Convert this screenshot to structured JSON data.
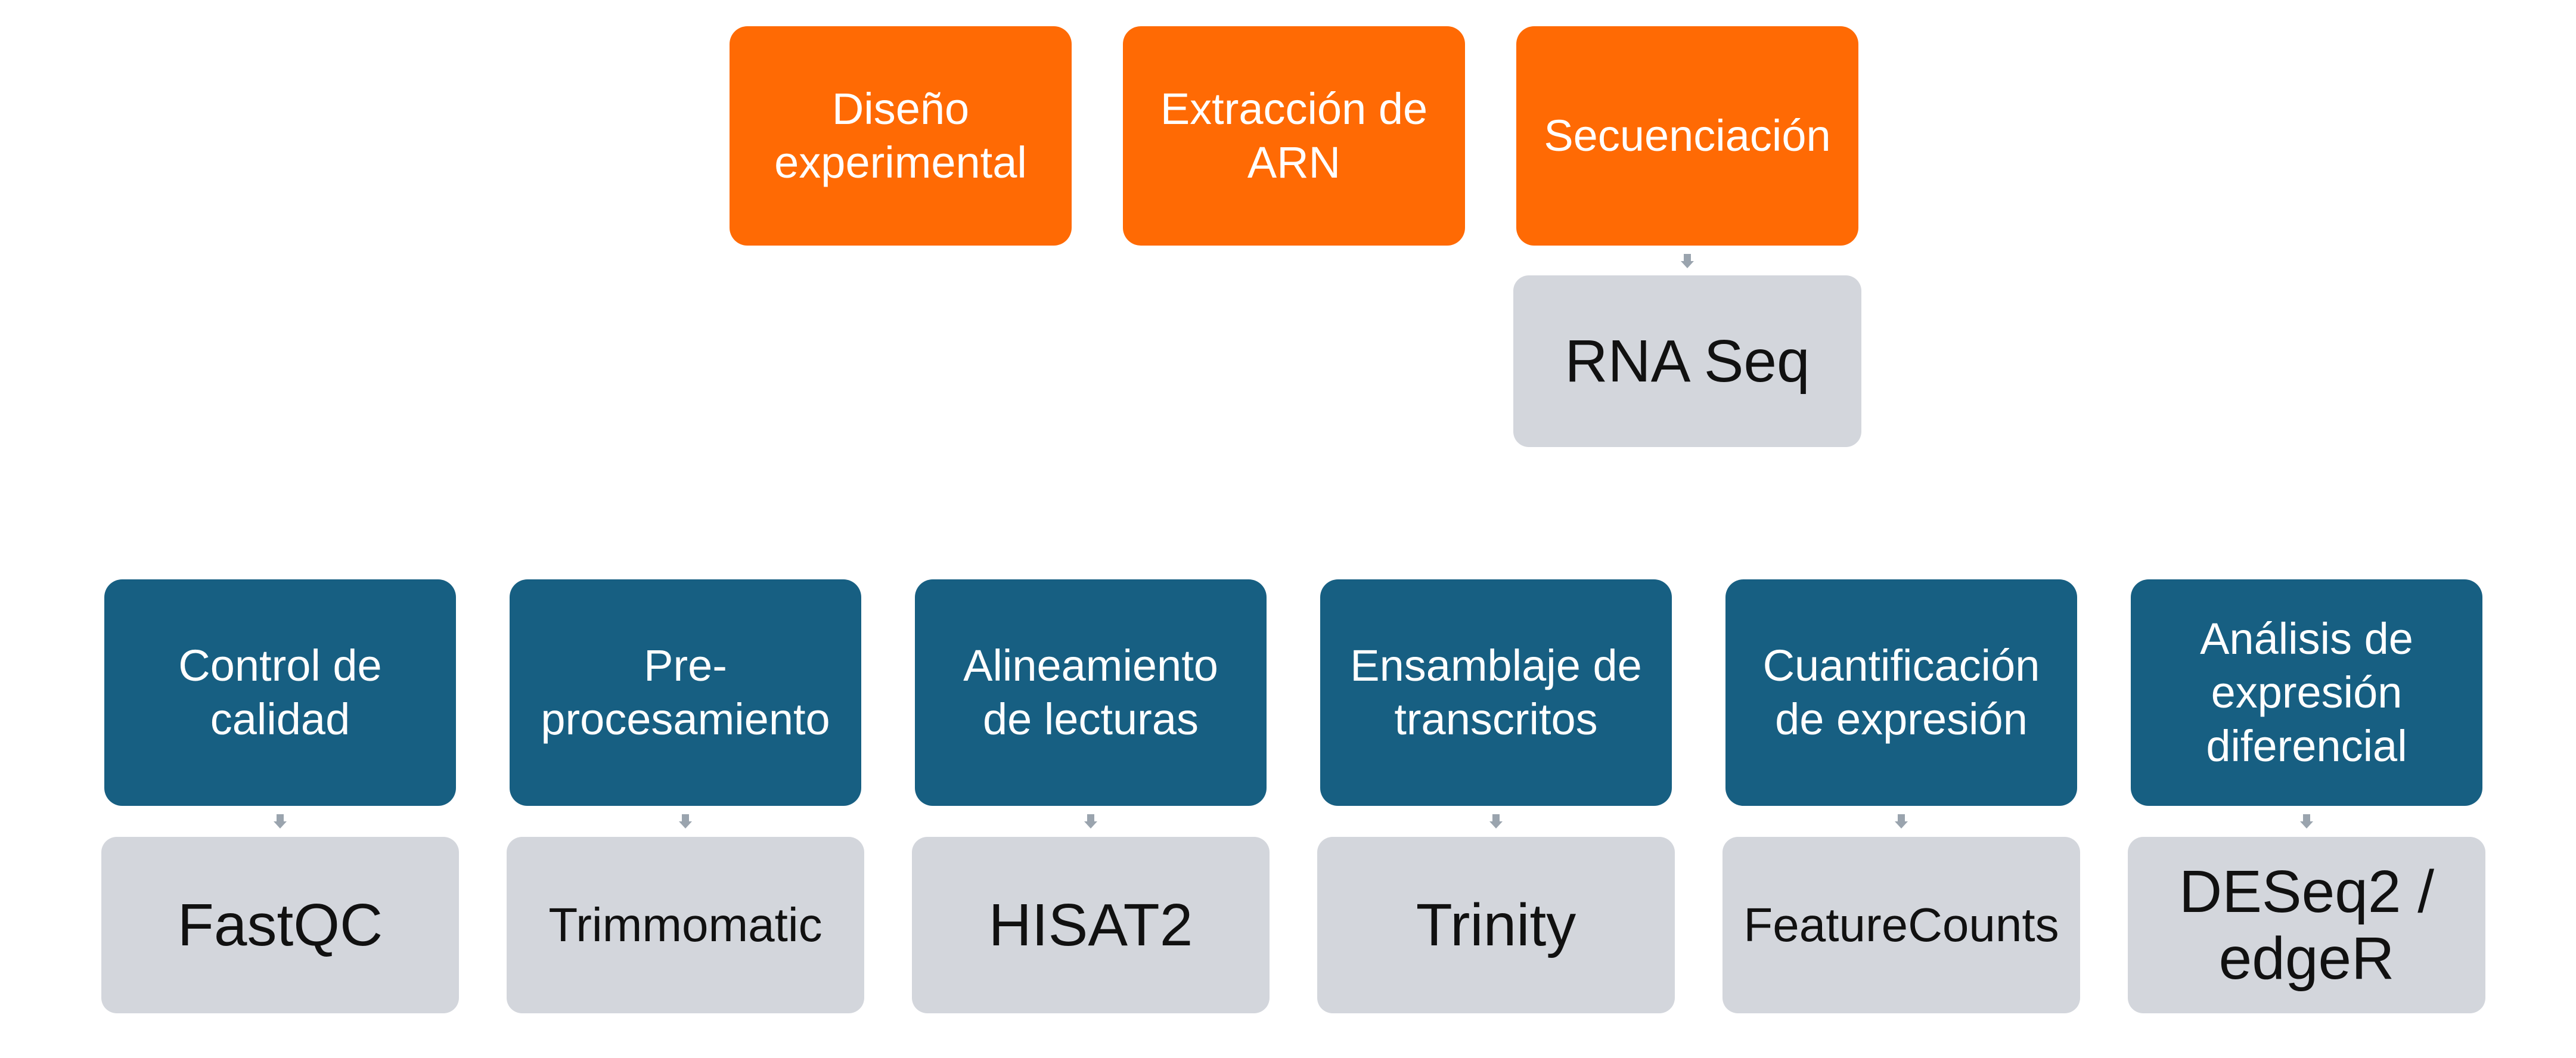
{
  "colors": {
    "orange": "#FF6A04",
    "teal": "#175F82",
    "gray": "#D3D6DC",
    "connector": "#9AA4AE"
  },
  "top_steps": [
    {
      "label": "Diseño\nexperimental"
    },
    {
      "label": "Extracción de\nARN"
    },
    {
      "label": "Secuenciación"
    }
  ],
  "sequencing_tool": {
    "label": "RNA Seq"
  },
  "analysis_steps": [
    {
      "label": "Control de\ncalidad",
      "tool": "FastQC"
    },
    {
      "label": "Pre-\nprocesamiento",
      "tool": "Trimmomatic"
    },
    {
      "label": "Alineamiento\nde lecturas",
      "tool": "HISAT2"
    },
    {
      "label": "Ensamblaje de\ntranscritos",
      "tool": "Trinity"
    },
    {
      "label": "Cuantificación\nde expresión",
      "tool": "FeatureCounts"
    },
    {
      "label": "Análisis de\nexpresión\ndiferencial",
      "tool": "DESeq2 /\nedgeR"
    }
  ]
}
